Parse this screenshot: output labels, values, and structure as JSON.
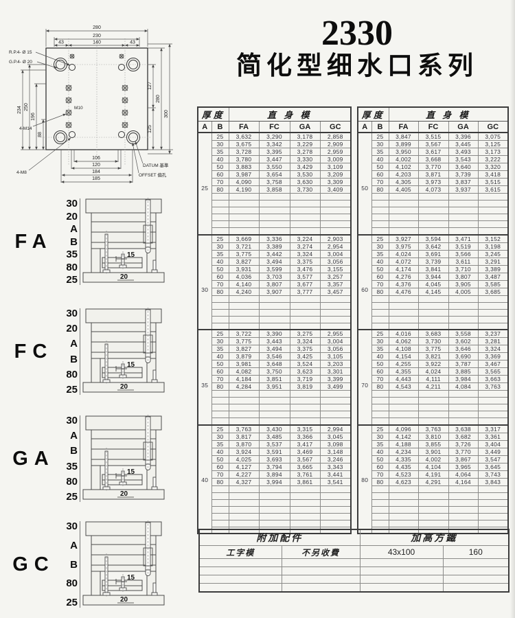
{
  "title": {
    "model": "2330",
    "series": "简化型细水口系列"
  },
  "drawing": {
    "dim_280": "280",
    "dim_230": "230",
    "dim_43_left": "43",
    "dim_140": "140",
    "dim_43_right": "43",
    "dim_234": "234",
    "dim_250": "250",
    "dim_196": "196",
    "dim_88": "88",
    "dim_127": "127",
    "dim_125": "125",
    "dim_280_right": "280",
    "dim_300": "300",
    "dim_106": "106",
    "dim_120": "120",
    "dim_184": "184",
    "dim_185": "185",
    "label_rp": "R.P.4- Ø 15",
    "label_gp": "G.P.4- Ø 20",
    "label_m10": "M10",
    "label_4m14": "4-M14",
    "label_4m8": "4-M8",
    "label_datum": "DATUM 基準",
    "label_offset": "OFFSET 偏孔"
  },
  "diagrams": [
    {
      "label": "FA",
      "dims": [
        "30",
        "20",
        "A",
        "B",
        "35",
        "80",
        "25"
      ],
      "inner": [
        "15",
        "20"
      ]
    },
    {
      "label": "FC",
      "dims": [
        "30",
        "20",
        "A",
        "B",
        "80",
        "25"
      ],
      "inner": [
        "15",
        "20"
      ]
    },
    {
      "label": "GA",
      "dims": [
        "30",
        "A",
        "B",
        "35",
        "80",
        "25"
      ],
      "inner": [
        "15",
        "20"
      ]
    },
    {
      "label": "GC",
      "dims": [
        "30",
        "A",
        "B",
        "80",
        "25"
      ],
      "inner": [
        "15",
        "20"
      ]
    }
  ],
  "price_tables": {
    "header": {
      "thickness": "厚度",
      "mold_type": "直 身 模",
      "col_a": "A",
      "col_b": "B",
      "cols": [
        "FA",
        "FC",
        "GA",
        "GC"
      ]
    },
    "left": {
      "blocks": [
        {
          "a": "25",
          "empty_rows": 6,
          "rows": [
            {
              "b": "25",
              "values": [
                "3,632",
                "3,290",
                "3,178",
                "2,858"
              ]
            },
            {
              "b": "30",
              "values": [
                "3,675",
                "3,342",
                "3,229",
                "2,909"
              ]
            },
            {
              "b": "35",
              "values": [
                "3,728",
                "3,395",
                "3,278",
                "2,959"
              ]
            },
            {
              "b": "40",
              "values": [
                "3,780",
                "3,447",
                "3,330",
                "3,009"
              ]
            },
            {
              "b": "50",
              "values": [
                "3,883",
                "3,550",
                "3,429",
                "3,109"
              ]
            },
            {
              "b": "60",
              "values": [
                "3,987",
                "3,654",
                "3,530",
                "3,209"
              ]
            },
            {
              "b": "70",
              "values": [
                "4,090",
                "3,758",
                "3,630",
                "3,309"
              ]
            },
            {
              "b": "80",
              "values": [
                "4,190",
                "3,858",
                "3,730",
                "3,409"
              ]
            }
          ]
        },
        {
          "a": "30",
          "empty_rows": 5,
          "rows": [
            {
              "b": "25",
              "values": [
                "3,669",
                "3,336",
                "3,224",
                "2,903"
              ]
            },
            {
              "b": "30",
              "values": [
                "3,721",
                "3,389",
                "3,274",
                "2,954"
              ]
            },
            {
              "b": "35",
              "values": [
                "3,775",
                "3,442",
                "3,324",
                "3,004"
              ]
            },
            {
              "b": "40",
              "values": [
                "3,827",
                "3,494",
                "3,375",
                "3,056"
              ]
            },
            {
              "b": "50",
              "values": [
                "3,931",
                "3,599",
                "3,476",
                "3,155"
              ]
            },
            {
              "b": "60",
              "values": [
                "4,036",
                "3,703",
                "3,577",
                "3,257"
              ]
            },
            {
              "b": "70",
              "values": [
                "4,140",
                "3,807",
                "3,677",
                "3,357"
              ]
            },
            {
              "b": "80",
              "values": [
                "4,240",
                "3,907",
                "3,777",
                "3,457"
              ]
            }
          ]
        },
        {
          "a": "35",
          "empty_rows": 5,
          "rows": [
            {
              "b": "25",
              "values": [
                "3,722",
                "3,390",
                "3,275",
                "2,955"
              ]
            },
            {
              "b": "30",
              "values": [
                "3,775",
                "3,443",
                "3,324",
                "3,004"
              ]
            },
            {
              "b": "35",
              "values": [
                "3,827",
                "3,494",
                "3,375",
                "3,056"
              ]
            },
            {
              "b": "40",
              "values": [
                "3,879",
                "3,546",
                "3,425",
                "3,105"
              ]
            },
            {
              "b": "50",
              "values": [
                "3,981",
                "3,648",
                "3,524",
                "3,203"
              ]
            },
            {
              "b": "60",
              "values": [
                "4,082",
                "3,750",
                "3,623",
                "3,301"
              ]
            },
            {
              "b": "70",
              "values": [
                "4,184",
                "3,851",
                "3,719",
                "3,399"
              ]
            },
            {
              "b": "80",
              "values": [
                "4,284",
                "3,951",
                "3,819",
                "3,499"
              ]
            }
          ]
        },
        {
          "a": "40",
          "empty_rows": 7,
          "rows": [
            {
              "b": "25",
              "values": [
                "3,763",
                "3,430",
                "3,315",
                "2,994"
              ]
            },
            {
              "b": "30",
              "values": [
                "3,817",
                "3,485",
                "3,366",
                "3,045"
              ]
            },
            {
              "b": "35",
              "values": [
                "3,870",
                "3,537",
                "3,417",
                "3,098"
              ]
            },
            {
              "b": "40",
              "values": [
                "3,924",
                "3,591",
                "3,469",
                "3,148"
              ]
            },
            {
              "b": "50",
              "values": [
                "4,025",
                "3,693",
                "3,567",
                "3,246"
              ]
            },
            {
              "b": "60",
              "values": [
                "4,127",
                "3,794",
                "3,665",
                "3,343"
              ]
            },
            {
              "b": "70",
              "values": [
                "4,227",
                "3,894",
                "3,761",
                "3,441"
              ]
            },
            {
              "b": "80",
              "values": [
                "4,327",
                "3,994",
                "3,861",
                "3,541"
              ]
            }
          ]
        }
      ]
    },
    "right": {
      "blocks": [
        {
          "a": "50",
          "empty_rows": 6,
          "rows": [
            {
              "b": "25",
              "values": [
                "3,847",
                "3,515",
                "3,396",
                "3,075"
              ]
            },
            {
              "b": "30",
              "values": [
                "3,899",
                "3,567",
                "3,445",
                "3,125"
              ]
            },
            {
              "b": "35",
              "values": [
                "3,950",
                "3,617",
                "3,493",
                "3,173"
              ]
            },
            {
              "b": "40",
              "values": [
                "4,002",
                "3,668",
                "3,543",
                "3,222"
              ]
            },
            {
              "b": "50",
              "values": [
                "4,102",
                "3,770",
                "3,640",
                "3,320"
              ]
            },
            {
              "b": "60",
              "values": [
                "4,203",
                "3,871",
                "3,739",
                "3,418"
              ]
            },
            {
              "b": "70",
              "values": [
                "4,305",
                "3,973",
                "3,837",
                "3,515"
              ]
            },
            {
              "b": "80",
              "values": [
                "4,405",
                "4,073",
                "3,937",
                "3,615"
              ]
            }
          ]
        },
        {
          "a": "60",
          "empty_rows": 5,
          "rows": [
            {
              "b": "25",
              "values": [
                "3,927",
                "3,594",
                "3,471",
                "3,152"
              ]
            },
            {
              "b": "30",
              "values": [
                "3,975",
                "3,642",
                "3,519",
                "3,198"
              ]
            },
            {
              "b": "35",
              "values": [
                "4,024",
                "3,691",
                "3,566",
                "3,245"
              ]
            },
            {
              "b": "40",
              "values": [
                "4,072",
                "3,739",
                "3,611",
                "3,291"
              ]
            },
            {
              "b": "50",
              "values": [
                "4,174",
                "3,841",
                "3,710",
                "3,389"
              ]
            },
            {
              "b": "60",
              "values": [
                "4,276",
                "3,944",
                "3,807",
                "3,487"
              ]
            },
            {
              "b": "70",
              "values": [
                "4,376",
                "4,045",
                "3,905",
                "3,585"
              ]
            },
            {
              "b": "80",
              "values": [
                "4,476",
                "4,145",
                "4,005",
                "3,685"
              ]
            }
          ]
        },
        {
          "a": "70",
          "empty_rows": 5,
          "rows": [
            {
              "b": "25",
              "values": [
                "4,016",
                "3,683",
                "3,558",
                "3,237"
              ]
            },
            {
              "b": "30",
              "values": [
                "4,062",
                "3,730",
                "3,602",
                "3,281"
              ]
            },
            {
              "b": "35",
              "values": [
                "4,108",
                "3,775",
                "3,646",
                "3,324"
              ]
            },
            {
              "b": "40",
              "values": [
                "4,154",
                "3,821",
                "3,690",
                "3,369"
              ]
            },
            {
              "b": "50",
              "values": [
                "4,255",
                "3,922",
                "3,787",
                "3,467"
              ]
            },
            {
              "b": "60",
              "values": [
                "4,355",
                "4,024",
                "3,885",
                "3,565"
              ]
            },
            {
              "b": "70",
              "values": [
                "4,443",
                "4,111",
                "3,984",
                "3,663"
              ]
            },
            {
              "b": "80",
              "values": [
                "4,543",
                "4,211",
                "4,084",
                "3,763"
              ]
            }
          ]
        },
        {
          "a": "80",
          "empty_rows": 7,
          "rows": [
            {
              "b": "25",
              "values": [
                "4,096",
                "3,763",
                "3,638",
                "3,317"
              ]
            },
            {
              "b": "30",
              "values": [
                "4,142",
                "3,810",
                "3,682",
                "3,361"
              ]
            },
            {
              "b": "35",
              "values": [
                "4,188",
                "3,855",
                "3,726",
                "3,404"
              ]
            },
            {
              "b": "40",
              "values": [
                "4,234",
                "3,901",
                "3,770",
                "3,449"
              ]
            },
            {
              "b": "50",
              "values": [
                "4,335",
                "4,002",
                "3,867",
                "3,547"
              ]
            },
            {
              "b": "60",
              "values": [
                "4,435",
                "4,104",
                "3,965",
                "3,645"
              ]
            },
            {
              "b": "70",
              "values": [
                "4,523",
                "4,191",
                "4,064",
                "3,743"
              ]
            },
            {
              "b": "80",
              "values": [
                "4,623",
                "4,291",
                "4,164",
                "3,843"
              ]
            }
          ]
        }
      ]
    }
  },
  "bottom_table": {
    "header_left": "附加配件",
    "header_right": "加高方鐵",
    "cells": [
      "工字模",
      "不另收費",
      "43x100",
      "160"
    ],
    "empty_rows": 4
  }
}
